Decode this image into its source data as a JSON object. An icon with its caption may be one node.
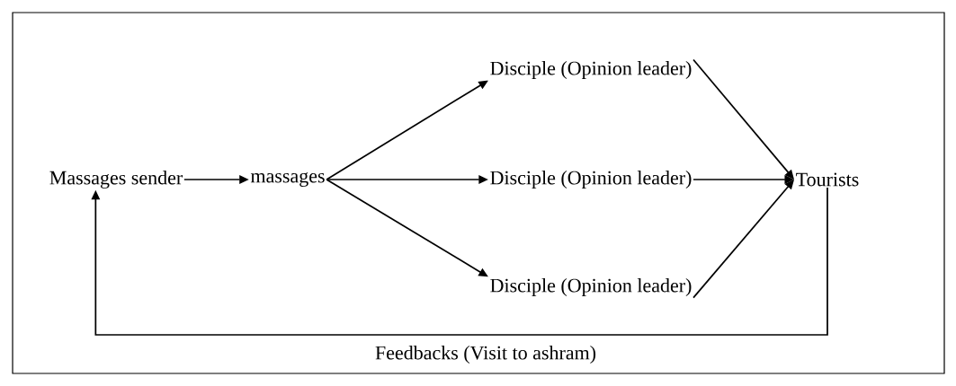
{
  "diagram": {
    "nodes": [
      {
        "text": [
          "Massages sender"
        ]
      },
      {
        "text": [
          "massages"
        ]
      },
      {
        "text": [
          "Disciple (Opinion leader)"
        ]
      },
      {
        "text": [
          "Disciple (Opinion leader)"
        ]
      },
      {
        "text": [
          "Disciple (Opinion leader)"
        ]
      },
      {
        "text": [
          "Tourists"
        ]
      }
    ],
    "edges": [
      {
        "from": 0,
        "to": 1,
        "arrow": "to"
      },
      {
        "from": 1,
        "to": 2,
        "arrow": "to"
      },
      {
        "from": 1,
        "to": 3,
        "arrow": "to"
      },
      {
        "from": 1,
        "to": 4,
        "arrow": "to"
      },
      {
        "from": 2,
        "to": 5,
        "arrow": "to"
      },
      {
        "from": 3,
        "to": 5,
        "arrow": "to"
      },
      {
        "from": 4,
        "to": 5,
        "arrow": "to"
      },
      {
        "from": 5,
        "to": 0,
        "arrow": "to",
        "label": "Feedbacks (Visit to ashram)"
      }
    ]
  }
}
